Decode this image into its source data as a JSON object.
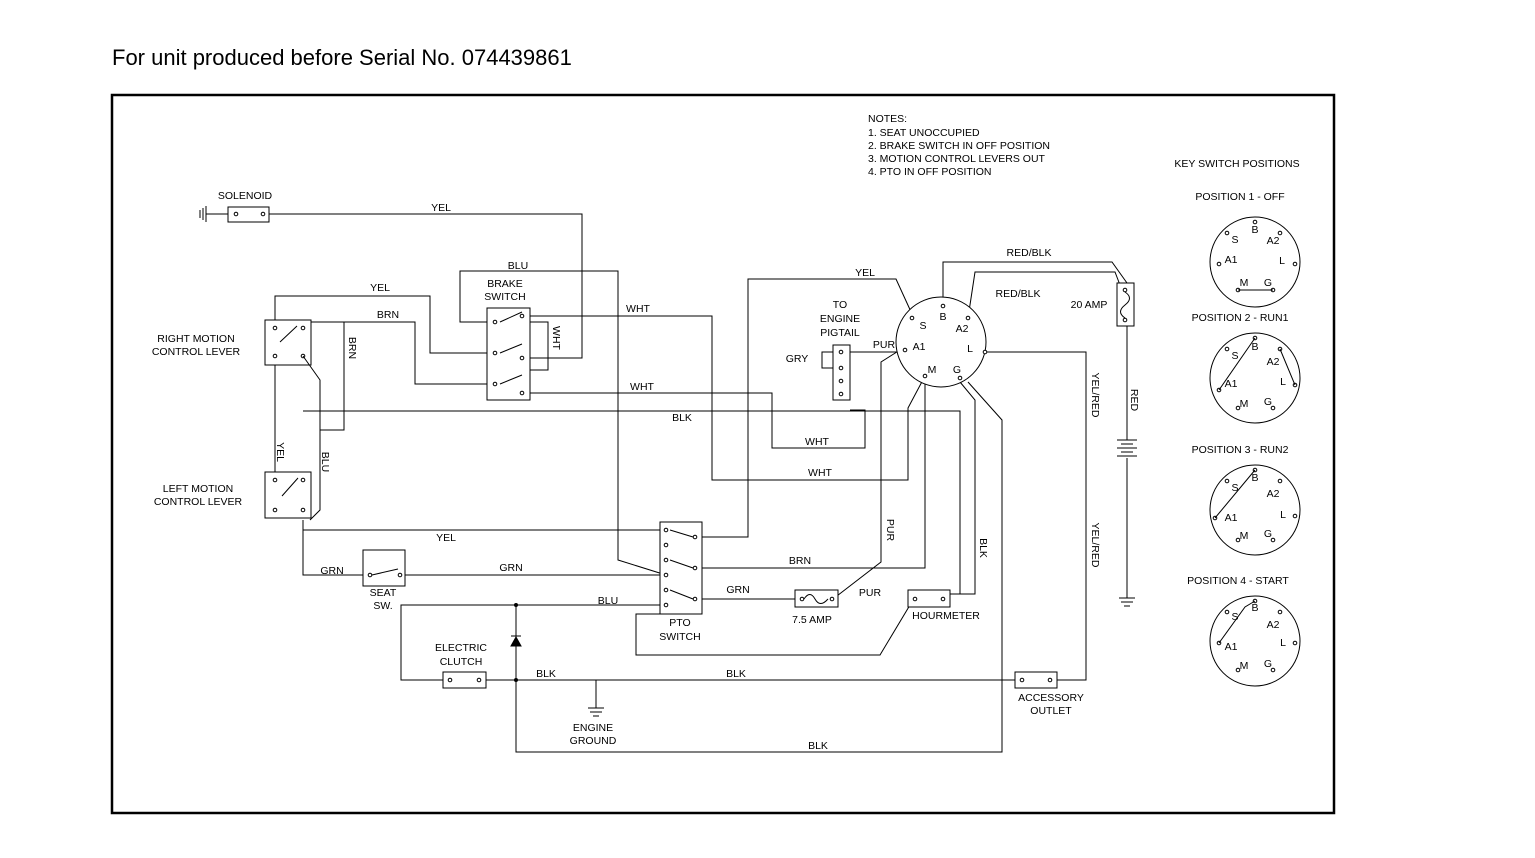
{
  "title": "For unit produced before Serial No. 074439861",
  "notes": {
    "heading": "NOTES:",
    "items": [
      "1.  SEAT UNOCCUPIED",
      "2.  BRAKE SWITCH IN OFF POSITION",
      "3.  MOTION CONTROL LEVERS OUT",
      "4.  PTO IN OFF POSITION"
    ]
  },
  "components": {
    "solenoid": "SOLENOID",
    "brake_switch": [
      "BRAKE",
      "SWITCH"
    ],
    "right_lever": [
      "RIGHT MOTION",
      "CONTROL LEVER"
    ],
    "left_lever": [
      "LEFT MOTION",
      "CONTROL LEVER"
    ],
    "seat_switch": [
      "SEAT",
      "SW."
    ],
    "pto_switch": [
      "PTO",
      "SWITCH"
    ],
    "fuse_small": "7.5 AMP",
    "hourmeter": "HOURMETER",
    "electric_clutch": [
      "ELECTRIC",
      "CLUTCH"
    ],
    "engine_ground": [
      "ENGINE",
      "GROUND"
    ],
    "accessory_outlet": [
      "ACCESSORY",
      "OUTLET"
    ],
    "engine_pigtail": [
      "TO",
      "ENGINE",
      "PIGTAIL"
    ],
    "fuse_main": "20 AMP"
  },
  "key_switch": {
    "S": "S",
    "B": "B",
    "A2": "A2",
    "A1": "A1",
    "L": "L",
    "M": "M",
    "G": "G"
  },
  "wires": {
    "yel_solenoid": "YEL",
    "blu_top": "BLU",
    "yel_upper": "YEL",
    "brn_upper": "BRN",
    "brn_vertical": "BRN",
    "wht_brake_vertical": "WHT",
    "wht_upper": "WHT",
    "wht_middle": "WHT",
    "blk_main": "BLK",
    "wht_lower1": "WHT",
    "wht_lower2": "WHT",
    "yel_vertical": "YEL",
    "blu_vertical": "BLU",
    "yel_lower": "YEL",
    "grn_left": "GRN",
    "grn_mid": "GRN",
    "blu_lower": "BLU",
    "brn_pto": "BRN",
    "grn_pto": "GRN",
    "pur_fuse": "PUR",
    "pur_vertical": "PUR",
    "blk_vertical": "BLK",
    "blk_clutch": "BLK",
    "blk_outlet": "BLK",
    "blk_bottom": "BLK",
    "yel_key": "YEL",
    "red_blk_1": "RED/BLK",
    "red_blk_2": "RED/BLK",
    "pur_key": "PUR",
    "gry": "GRY",
    "yel_red_upper": "YEL/RED",
    "yel_red_lower": "YEL/RED",
    "red": "RED"
  },
  "key_positions": {
    "heading": "KEY SWITCH POSITIONS",
    "positions": [
      {
        "label": "POSITION 1 - OFF"
      },
      {
        "label": "POSITION 2 - RUN1"
      },
      {
        "label": "POSITION 3 - RUN2"
      },
      {
        "label": "POSITION 4 - START"
      }
    ],
    "terminals": {
      "S": "S",
      "B": "B",
      "A2": "A2",
      "A1": "A1",
      "L": "L",
      "M": "M",
      "G": "G"
    }
  }
}
